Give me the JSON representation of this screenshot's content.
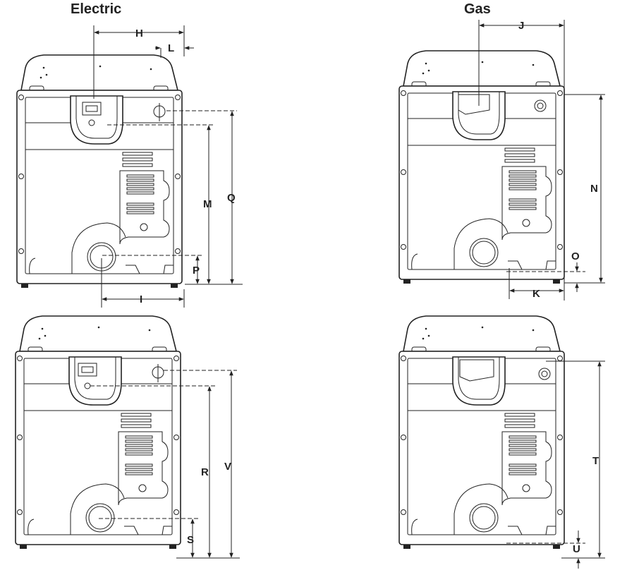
{
  "headings": {
    "electric": "Electric",
    "gas": "Gas"
  },
  "labels": {
    "H": "H",
    "L": "L",
    "M": "M",
    "Q": "Q",
    "P": "P",
    "I": "I",
    "J": "J",
    "N": "N",
    "O": "O",
    "K": "K",
    "R": "R",
    "V": "V",
    "S": "S",
    "T": "T",
    "U": "U"
  },
  "icons": {
    "dimension-arrow": "arrowhead",
    "screw": "circle-dot",
    "vent": "circle"
  }
}
